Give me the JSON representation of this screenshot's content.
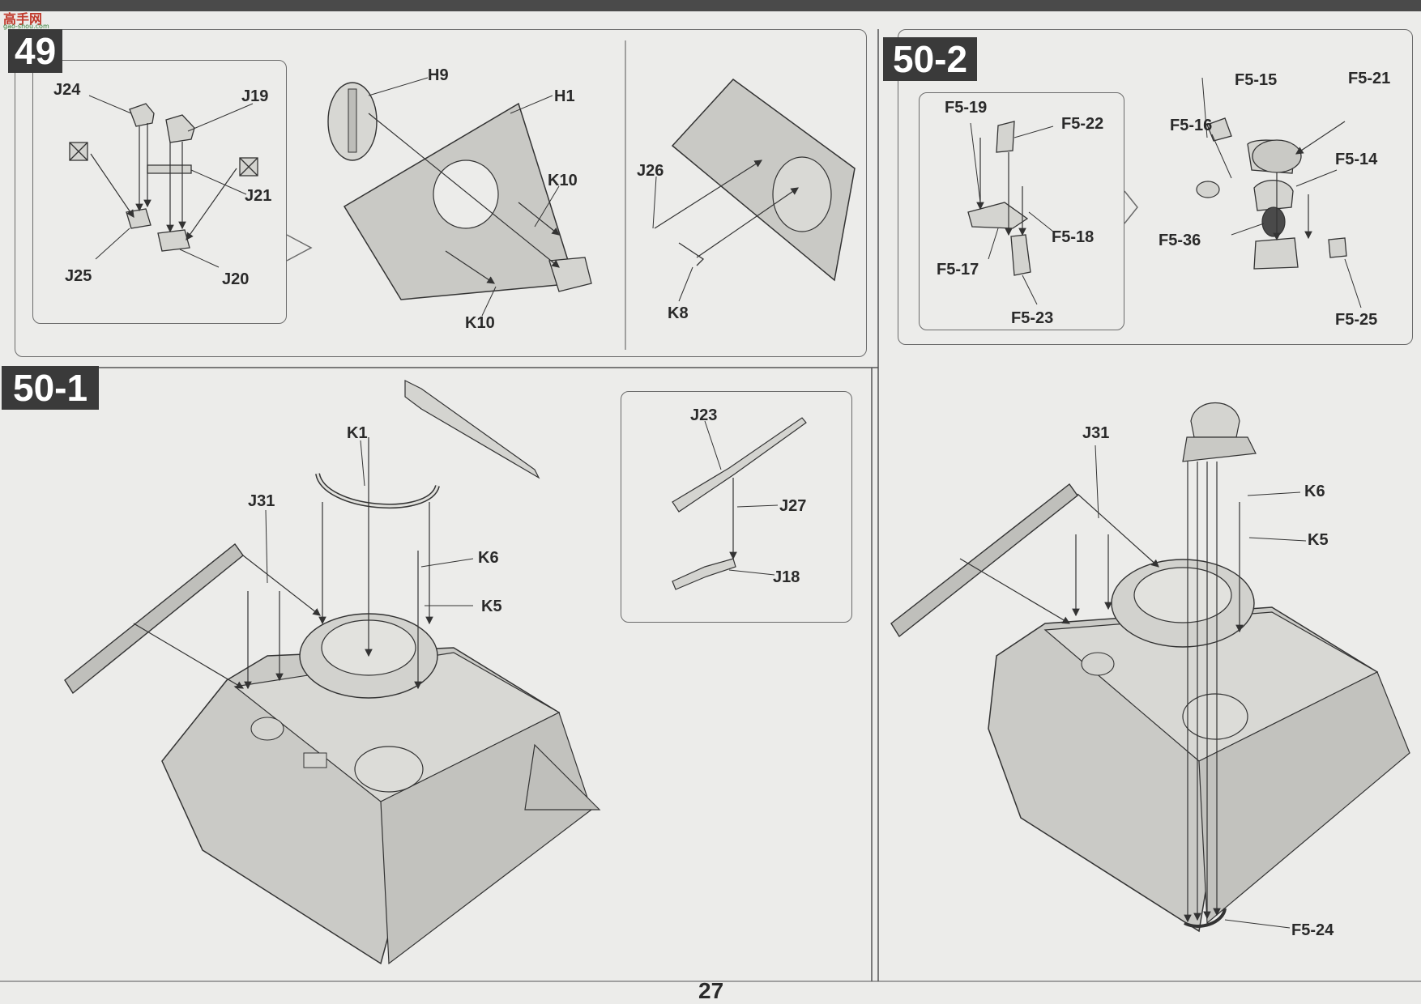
{
  "watermark": {
    "text": "高手网",
    "sub": "gao-shou.com"
  },
  "page_number": "27",
  "steps": {
    "s49": "49",
    "s50_1": "50-1",
    "s50_2": "50-2"
  },
  "labels": {
    "s49": {
      "J24": "J24",
      "J19": "J19",
      "J21": "J21",
      "J25": "J25",
      "J20": "J20",
      "H9": "H9",
      "H1": "H1",
      "K10a": "K10",
      "K10b": "K10",
      "J26": "J26",
      "K8": "K8"
    },
    "s50_1": {
      "K1": "K1",
      "J31": "J31",
      "K6": "K6",
      "K5": "K5",
      "J23": "J23",
      "J27": "J27",
      "J18": "J18"
    },
    "s50_2": {
      "F5_19": "F5-19",
      "F5_22": "F5-22",
      "F5_18": "F5-18",
      "F5_17": "F5-17",
      "F5_23": "F5-23",
      "F5_15": "F5-15",
      "F5_21": "F5-21",
      "F5_16": "F5-16",
      "F5_14": "F5-14",
      "F5_36": "F5-36",
      "F5_25": "F5-25",
      "J31": "J31",
      "K6": "K6",
      "K5": "K5",
      "F5_24": "F5-24"
    }
  }
}
